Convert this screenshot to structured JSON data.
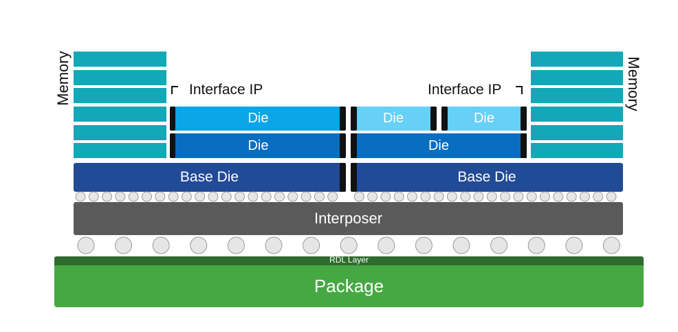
{
  "labels": {
    "memory_left": "Memory",
    "memory_right": "Memory",
    "interface_ip_left": "Interface IP",
    "interface_ip_right": "Interface IP",
    "die_top_left": "Die",
    "die_bottom_left": "Die",
    "die_top_right_a": "Die",
    "die_top_right_b": "Die",
    "die_bottom_right": "Die",
    "base_die_left": "Base Die",
    "base_die_right": "Base Die",
    "interposer": "Interposer",
    "rdl_layer": "RDL Layer",
    "package": "Package"
  },
  "colors": {
    "memory": "#12a8b8",
    "die_top": "#0aa6e8",
    "die_top_pale": "#66d0f7",
    "die_bottom": "#0a6ec0",
    "base_die": "#214a97",
    "interposer": "#5a5a5a",
    "rdl_layer": "#2e6b2e",
    "package": "#46a843"
  }
}
